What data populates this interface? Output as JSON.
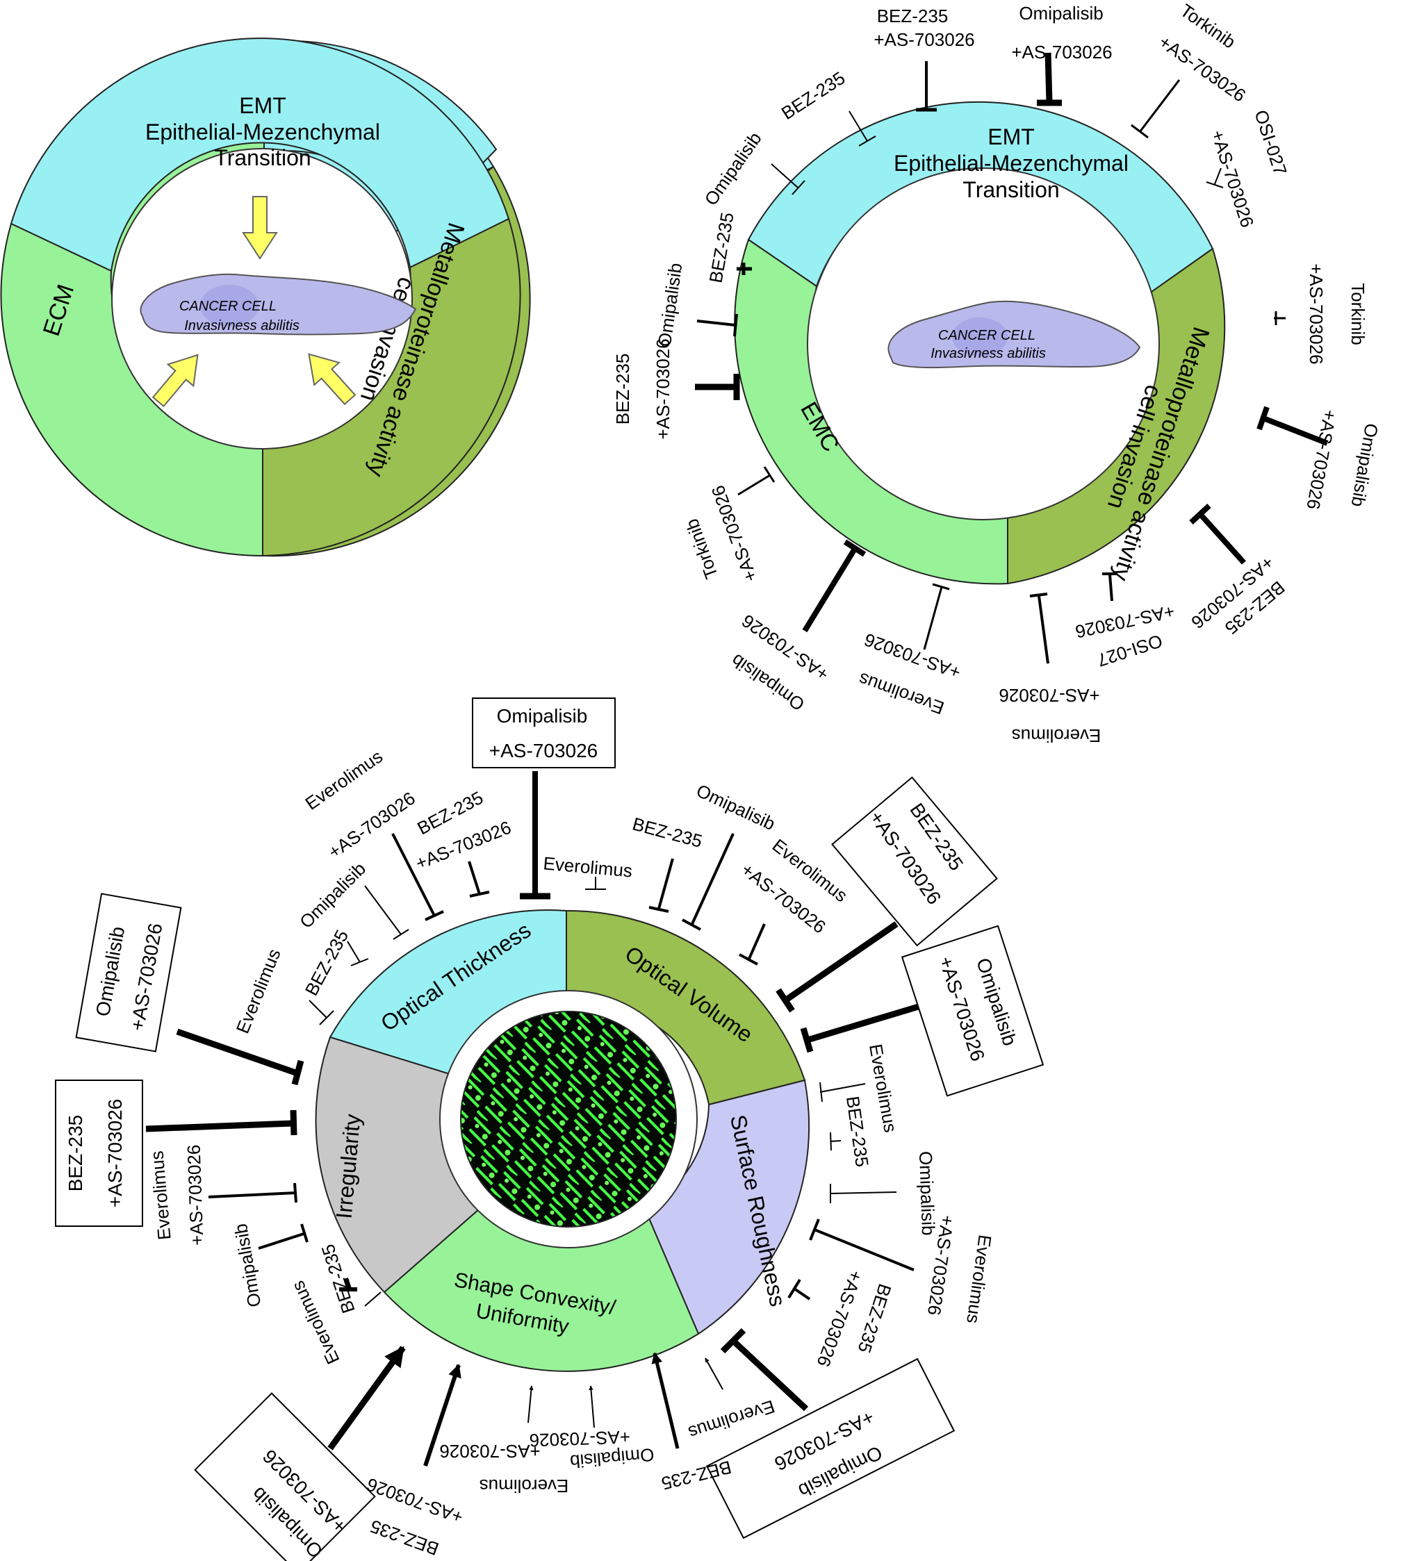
{
  "colors": {
    "emt": "#99f0f3",
    "ecm": "#98f298",
    "mmp": "#99c050",
    "irregularity": "#c8c8c8",
    "roughness": "#c9c9f5",
    "cell": "#b9b9ec",
    "arrow": "#ffff66"
  },
  "diagram1": {
    "emt_line1": "EMT",
    "emt_line2": "Epithelial-Mezenchymal",
    "emt_line3": "Transition",
    "ecm": "ECM",
    "mmp_line1": "Metalloproteinase activity",
    "mmp_line2": "cell invasion",
    "cell_line1": "CANCER CELL",
    "cell_line2": "Invasivness abilitis"
  },
  "diagram2": {
    "emt_line1": "EMT",
    "emt_line2": "Epithelial-Mezenchymal",
    "emt_line3": "Transition",
    "emc": "EMC",
    "mmp_line1": "Metalloproteinase activity",
    "mmp_line2": "cell invasion",
    "cell_line1": "CANCER CELL",
    "cell_line2": "Invasivness abilitis",
    "drugs": {
      "d1": [
        "BEZ-235",
        "+AS-703026"
      ],
      "d2": [
        "Omipalisib",
        "+AS-703026"
      ],
      "d3": [
        "Torkinib",
        "+AS-703026"
      ],
      "d4": [
        "BEZ-235"
      ],
      "d5": [
        "Omipalisib"
      ],
      "d6": [
        "OSI-027",
        "+AS-703026"
      ],
      "d7": [
        "BEZ-235"
      ],
      "d8": [
        "Omipalisib"
      ],
      "d9": [
        "Torkinib",
        "+AS-703026"
      ],
      "d10": [
        "BEZ-235",
        "+AS-703026"
      ],
      "d11": [
        "Omipalisib",
        "+AS-703026"
      ],
      "d12": [
        "Torkinib",
        "+AS-703026"
      ],
      "d13": [
        "BEZ-235",
        "+AS-703026"
      ],
      "d14": [
        "OSI-027",
        "+AS-703026"
      ],
      "d15": [
        "Everolimus",
        "+AS-703026"
      ],
      "d16": [
        "Everolimus",
        "+AS-703026"
      ],
      "d17": [
        "Omipalisib",
        "+AS-703026"
      ]
    }
  },
  "diagram3": {
    "thickness": "Optical Thickness",
    "volume": "Optical Volume",
    "roughness": "Surface Roughness",
    "convexity_line1": "Shape Convexity/",
    "convexity_line2": "Uniformity",
    "irregularity": "Irregularity",
    "drugs": {
      "t1": "Everolimus",
      "t2": "BEZ-235",
      "t3": "Omipalisib",
      "t4": [
        "Everolimus",
        "+AS-703026"
      ],
      "t5": [
        "BEZ-235",
        "+AS-703026"
      ],
      "t6": [
        "Omipalisib",
        "+AS-703026"
      ],
      "v1": "Everolimus",
      "v2": "BEZ-235",
      "v3": "Omipalisib",
      "v4": [
        "Everolimus",
        "+AS-703026"
      ],
      "v5": [
        "BEZ-235",
        "+AS-703026"
      ],
      "v6": [
        "Omipalisib",
        "+AS-703026"
      ],
      "r1": "Everolimus",
      "r2": "BEZ-235",
      "r3": "Omipalisib",
      "r4": [
        "+AS-703026",
        "Everolimus"
      ],
      "r5": [
        "BEZ-235",
        "+AS-703026"
      ],
      "r6": [
        "Omipalisib",
        "+AS-703026"
      ],
      "c1": "Everolimus",
      "c2": "BEZ-235",
      "c3": [
        "Omipalisib",
        "+AS-703026"
      ],
      "c4": [
        "Everolimus",
        "+AS-703026"
      ],
      "c5": [
        "BEZ-235",
        "+AS-703026"
      ],
      "c6": [
        "Omipalisib",
        "+AS-703026"
      ],
      "i1": "Everolimus",
      "i2": "BEZ-235",
      "i3": "Omipalisib",
      "i4": [
        "Everolimus",
        "+AS-703026"
      ],
      "i5": [
        "BEZ-235",
        "+AS-703026"
      ],
      "i6": [
        "Omipalisib",
        "+AS-703026"
      ]
    }
  }
}
